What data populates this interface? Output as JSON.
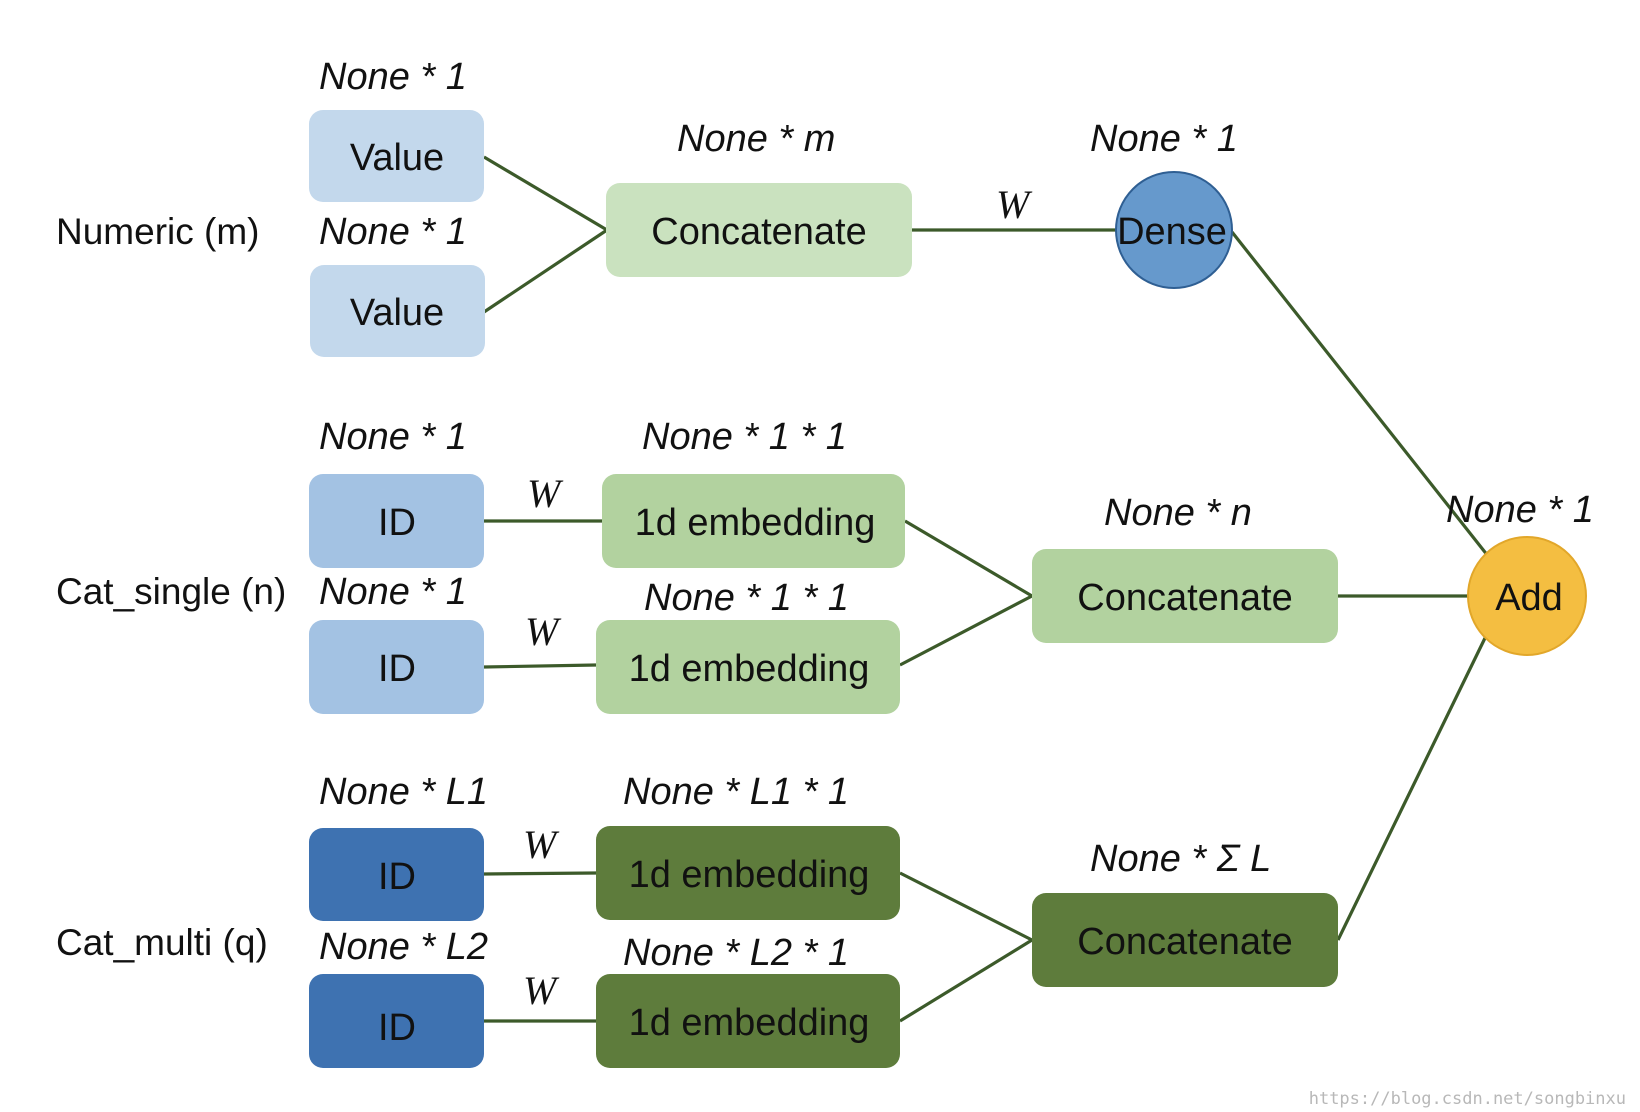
{
  "colors": {
    "light_blue": "#c3d8ec",
    "mid_blue": "#a3c2e3",
    "dark_blue": "#3e72b1",
    "light_green": "#cae2bf",
    "mid_green": "#b2d29f",
    "dark_green": "#5e7c3c",
    "dense_circle": "#6699cc",
    "add_circle": "#f4be41",
    "edge": "#3c5a2a"
  },
  "groups": {
    "numeric": "Numeric (m)",
    "cat_single": "Cat_single (n)",
    "cat_multi": "Cat_multi (q)"
  },
  "nodes": {
    "num_value_1": "Value",
    "num_value_2": "Value",
    "num_concat": "Concatenate",
    "dense": "Dense",
    "cs_id_1": "ID",
    "cs_id_2": "ID",
    "cs_emb_1": "1d embedding",
    "cs_emb_2": "1d embedding",
    "cs_concat": "Concatenate",
    "cm_id_1": "ID",
    "cm_id_2": "ID",
    "cm_emb_1": "1d embedding",
    "cm_emb_2": "1d embedding",
    "cm_concat": "Concatenate",
    "add": "Add"
  },
  "shapes": {
    "num_value_1": "None * 1",
    "num_value_2": "None * 1",
    "num_concat": "None * m",
    "dense": "None * 1",
    "cs_id_1": "None * 1",
    "cs_id_2": "None * 1",
    "cs_emb_1": "None * 1 * 1",
    "cs_emb_2": "None * 1 * 1",
    "cs_concat": "None * n",
    "add": "None * 1",
    "cm_id_1": "None * L1",
    "cm_id_2": "None * L2",
    "cm_emb_1": "None * L1 * 1",
    "cm_emb_2": "None * L2 * 1",
    "cm_concat": "None * Σ L"
  },
  "weights": {
    "w_dense": "W",
    "w_cs_1": "W",
    "w_cs_2": "W",
    "w_cm_1": "W",
    "w_cm_2": "W"
  },
  "watermark": "https://blog.csdn.net/songbinxu"
}
